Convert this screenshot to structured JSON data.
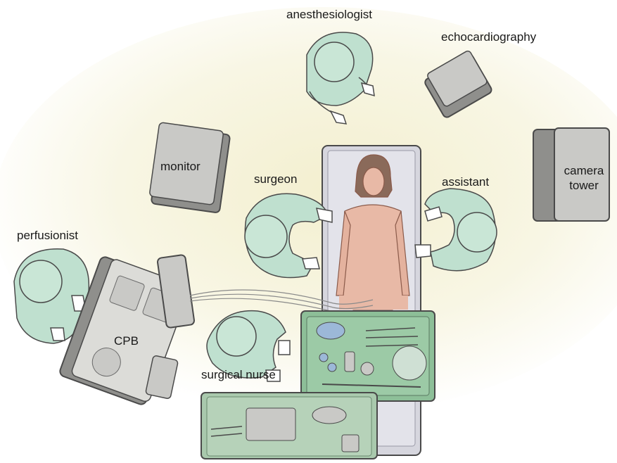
{
  "labels": {
    "anesthesiologist": "anesthesiologist",
    "echocardiography": "echocardiography",
    "monitor": "monitor",
    "camera_tower_line1": "camera",
    "camera_tower_line2": "tower",
    "surgeon": "surgeon",
    "assistant": "assistant",
    "perfusionist": "perfusionist",
    "cpb": "CPB",
    "surgical_nurse": "surgical nurse"
  },
  "colors": {
    "background_glow": "#f6f3dc",
    "gown_fill": "#bfe0cf",
    "gown_shadow": "#8fbfa8",
    "equipment_fill": "#c9c9c6",
    "equipment_dark": "#8f8f8c",
    "table_fill": "#d8d8e0",
    "patient_skin": "#e8b9a6",
    "instrument_table": "#8dbf98",
    "outline": "#4a4a4a"
  }
}
